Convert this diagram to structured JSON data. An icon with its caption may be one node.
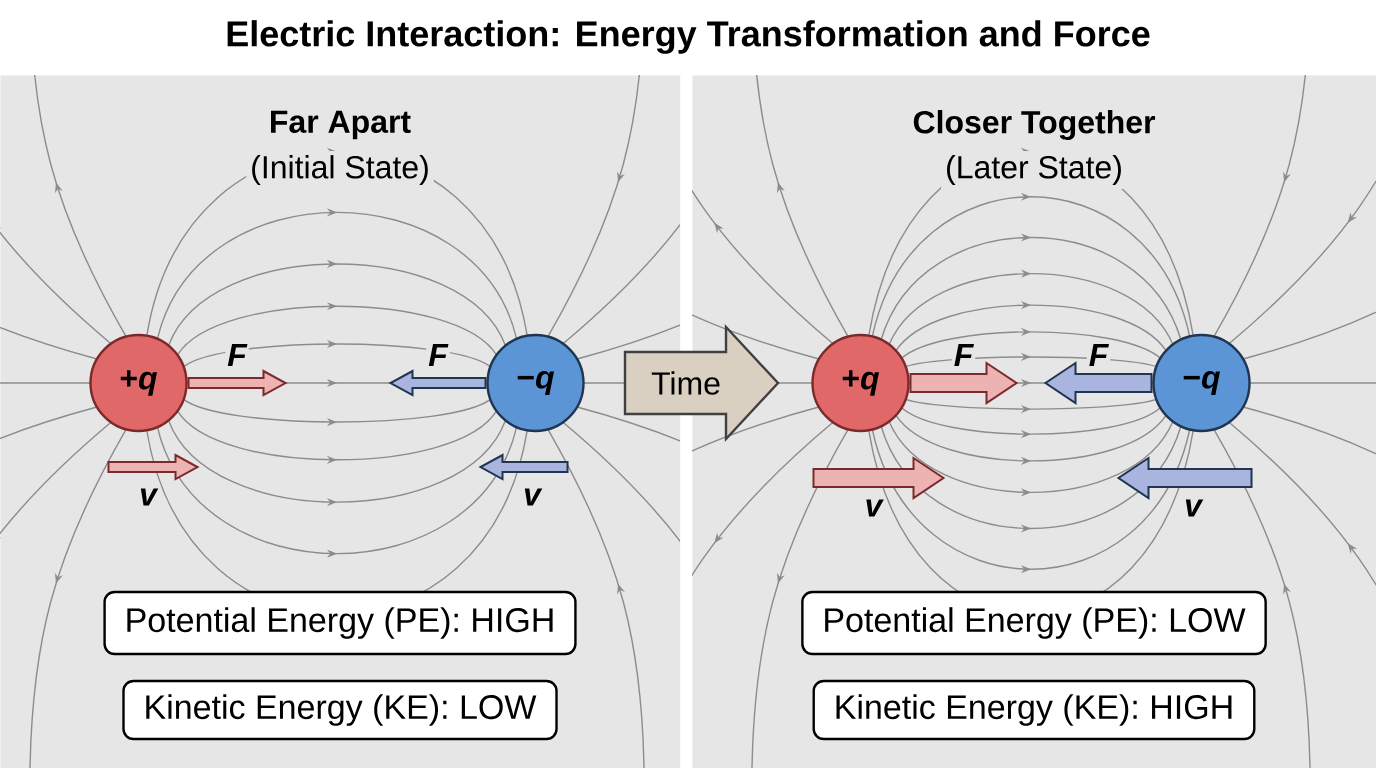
{
  "diagram": {
    "title": "Electric Interaction: Energy Transformation and Force",
    "nodes": [
      {
        "text": [
          "Far Apart",
          "(Initial State)"
        ]
      },
      {
        "text": [
          "+*q*"
        ],
        "in": 0
      },
      {
        "text": [
          "−*q*"
        ],
        "in": 0
      },
      {
        "text": [
          "Potential Energy (PE): HIGH"
        ],
        "in": 0
      },
      {
        "text": [
          "Kinetic Energy (KE): LOW"
        ],
        "in": 0
      },
      {
        "text": [
          "Time"
        ]
      },
      {
        "text": [
          "Closer Together",
          "(Later State)"
        ]
      },
      {
        "text": [
          "+*q*"
        ],
        "in": 6
      },
      {
        "text": [
          "−*q*"
        ],
        "in": 6
      },
      {
        "text": [
          "Potential Energy (PE): LOW"
        ],
        "in": 6
      },
      {
        "text": [
          "Kinetic Energy (KE): HIGH"
        ],
        "in": 6
      }
    ],
    "labels": [
      "F",
      "F",
      "v",
      "v",
      "F",
      "F",
      "v",
      "v"
    ]
  }
}
